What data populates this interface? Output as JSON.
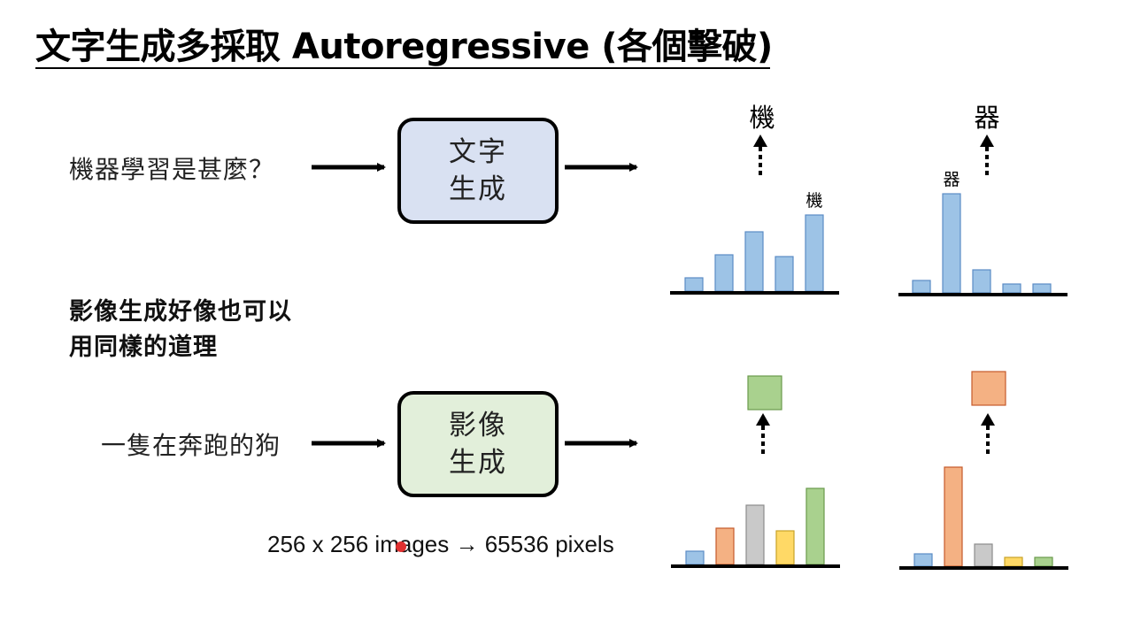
{
  "title": "文字生成多採取 Autoregressive (各個擊破)",
  "text_generation": {
    "prompt": "機器學習是甚麼？",
    "box_line1": "文字",
    "box_line2": "生成",
    "outputs": [
      "機",
      "器"
    ]
  },
  "middle_text": {
    "line1": "影像生成好像也可以",
    "line2": "用同樣的道理"
  },
  "image_generation": {
    "prompt": "一隻在奔跑的狗",
    "box_line1": "影像",
    "box_line2": "生成",
    "pixel_note": "256 x 256 images → 65536 pixels"
  },
  "colors": {
    "blue_fill": "#9dc3e6",
    "blue_stroke": "#5b8bc4",
    "orange_fill": "#f4b183",
    "orange_stroke": "#c55a2b",
    "gray_fill": "#c9c9c9",
    "gray_stroke": "#8c8c8c",
    "yellow_fill": "#ffd966",
    "yellow_stroke": "#c9a227",
    "green_fill": "#a9d18e",
    "green_stroke": "#6a9a4c",
    "text_box_fill": "#d9e1f2",
    "image_box_fill": "#e2efda"
  },
  "chart_data": [
    {
      "type": "bar",
      "categories": [
        "",
        "",
        "",
        "",
        "機"
      ],
      "values": [
        15,
        41,
        67,
        39,
        86
      ],
      "colors": [
        "blue",
        "blue",
        "blue",
        "blue",
        "blue"
      ],
      "labels": [
        "",
        "",
        "",
        "",
        "機"
      ]
    },
    {
      "type": "bar",
      "categories": [
        "",
        "器",
        "",
        "",
        ""
      ],
      "values": [
        14,
        112,
        26,
        10,
        10
      ],
      "colors": [
        "blue",
        "blue",
        "blue",
        "blue",
        "blue"
      ],
      "labels": [
        "",
        "器",
        "",
        "",
        ""
      ]
    },
    {
      "type": "bar",
      "categories": [
        "",
        "",
        "",
        "",
        ""
      ],
      "values": [
        15,
        41,
        67,
        38,
        86
      ],
      "colors": [
        "blue",
        "orange",
        "gray",
        "yellow",
        "green"
      ],
      "labels": [
        "",
        "",
        "",
        "",
        ""
      ]
    },
    {
      "type": "bar",
      "categories": [
        "",
        "",
        "",
        "",
        ""
      ],
      "values": [
        14,
        112,
        25,
        10,
        10
      ],
      "colors": [
        "blue",
        "orange",
        "gray",
        "yellow",
        "green"
      ],
      "labels": [
        "",
        "",
        "",
        "",
        ""
      ]
    }
  ],
  "picked_pixels": [
    "green",
    "orange"
  ]
}
